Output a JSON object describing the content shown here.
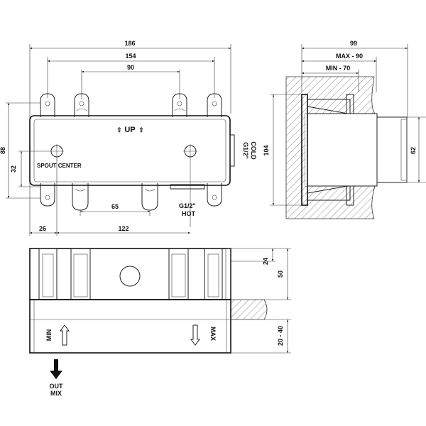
{
  "dimensions": {
    "overall_width": "186",
    "bracket_width": "154",
    "inner_width": "90",
    "height_88": "88",
    "height_32": "32",
    "width_65": "65",
    "offset_26": "26",
    "span_122": "122",
    "depth_99": "99",
    "max_depth": "MAX - 90",
    "min_depth": "MIN - 70",
    "side_height": "104",
    "flange_62": "62",
    "top_24": "24",
    "height_50": "50",
    "range_20_40": "20 - 40"
  },
  "labels": {
    "up": "UP",
    "spout_center": "SPOUT CENTER",
    "cold_thread": "G1/2\"",
    "cold": "COLD",
    "hot_thread": "G1/2\"",
    "hot": "HOT",
    "min": "MIN",
    "max": "MAX",
    "out": "OUT",
    "mix": "MIX"
  }
}
